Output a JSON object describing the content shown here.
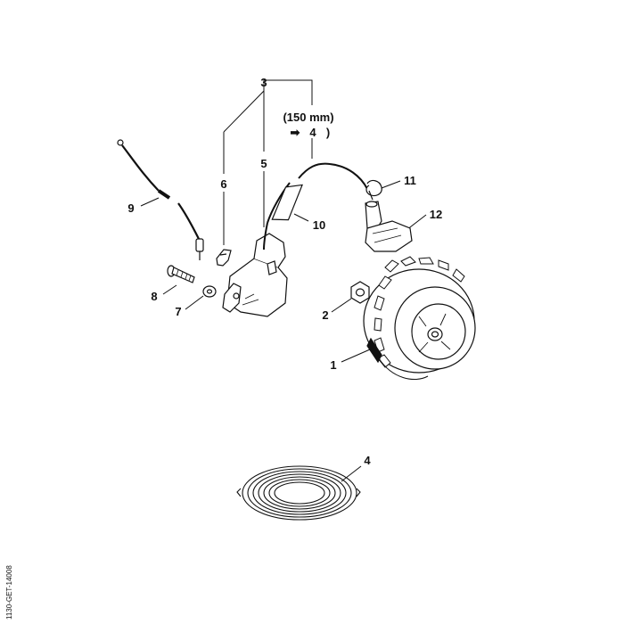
{
  "diagram": {
    "callouts": {
      "p1": "1",
      "p2": "2",
      "p3": "3",
      "p4": "4",
      "p4b": "4",
      "p5": "5",
      "p6": "6",
      "p7": "7",
      "p8": "8",
      "p9": "9",
      "p10": "10",
      "p11": "11",
      "p12": "12"
    },
    "note_length": "(150 mm)",
    "note_ref_arrow": "➡",
    "note_ref_num": "4",
    "note_close_paren": ")",
    "side_code": "1130-GET-14008"
  },
  "colors": {
    "line": "#111111",
    "background": "#ffffff"
  }
}
